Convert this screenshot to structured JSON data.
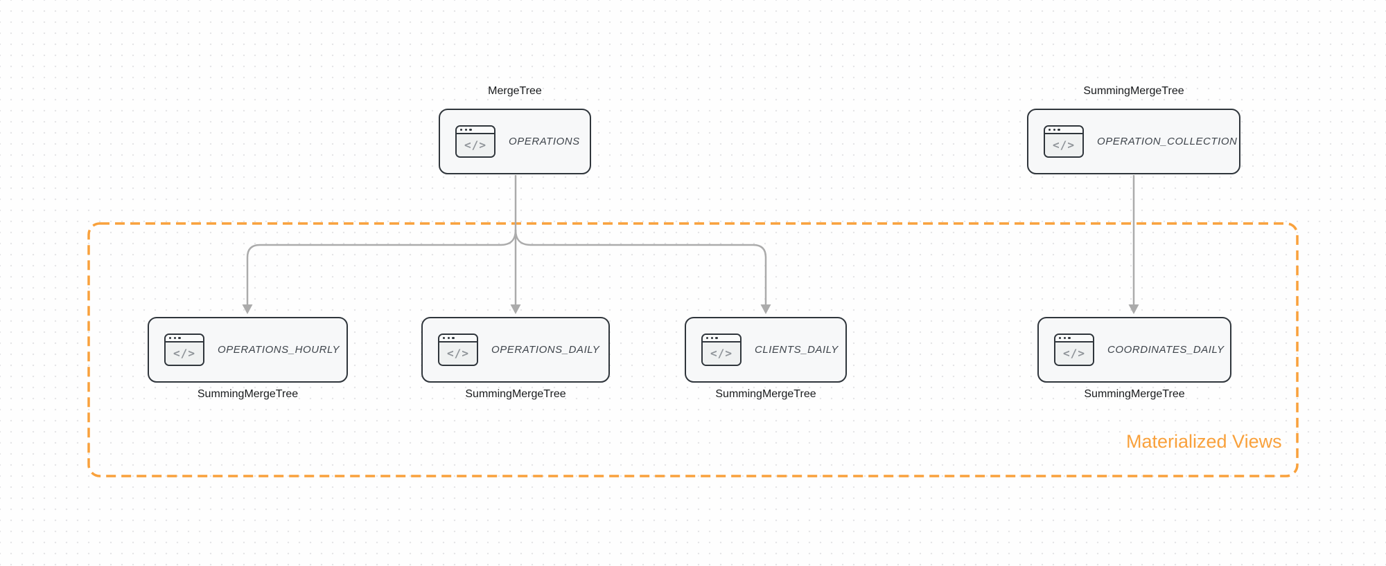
{
  "region": {
    "label": "Materialized Views"
  },
  "icon": {
    "name": "code-window-icon",
    "glyph": "</>"
  },
  "nodes": {
    "operations": {
      "table": "OPERATIONS",
      "engine": "MergeTree"
    },
    "operation_collection": {
      "table": "OPERATION_COLLECTION",
      "engine": "SummingMergeTree"
    },
    "operations_hourly": {
      "table": "OPERATIONS_HOURLY",
      "engine": "SummingMergeTree"
    },
    "operations_daily": {
      "table": "OPERATIONS_DAILY",
      "engine": "SummingMergeTree"
    },
    "clients_daily": {
      "table": "CLIENTS_DAILY",
      "engine": "SummingMergeTree"
    },
    "coordinates_daily": {
      "table": "COORDINATES_DAILY",
      "engine": "SummingMergeTree"
    }
  },
  "edges": [
    {
      "from": "OPERATIONS",
      "to": "OPERATIONS_HOURLY"
    },
    {
      "from": "OPERATIONS",
      "to": "OPERATIONS_DAILY"
    },
    {
      "from": "OPERATIONS",
      "to": "CLIENTS_DAILY"
    },
    {
      "from": "OPERATION_COLLECTION",
      "to": "COORDINATES_DAILY"
    }
  ],
  "colors": {
    "accent_orange": "#F9A13C",
    "connector_gray": "#ABABAB",
    "node_border": "#2F353B",
    "node_fill": "#F7F8F9",
    "icon_glyph": "#8E9398",
    "table_text": "#3E444B",
    "engine_text": "#17191B",
    "canvas_bg": "#FEFEFE",
    "dot_color": "#E5E5E7"
  }
}
